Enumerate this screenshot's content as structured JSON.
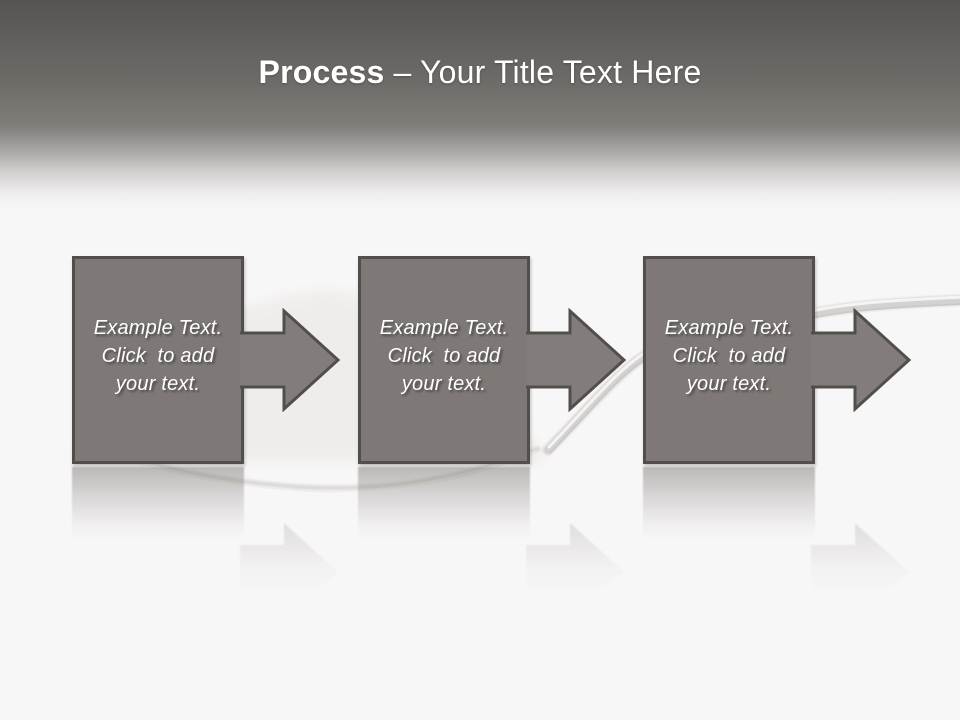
{
  "slide": {
    "title": {
      "emphasis": "Process",
      "rest": "– Your Title Text Here"
    },
    "steps": [
      {
        "label": "Example Text.\nClick  to add\nyour text."
      },
      {
        "label": "Example Text.\nClick  to add\nyour text."
      },
      {
        "label": "Example Text.\nClick  to add\nyour text."
      }
    ],
    "background_image_name": "spoon-with-sugar-photo"
  },
  "colors": {
    "header_top": "#575351",
    "body_bg": "#f8f7f7",
    "box_fill": "#7e7976",
    "box_border": "#524e4b",
    "arrow_fill": "#827d7a",
    "arrow_border": "#524e4b",
    "text_color": "#ffffff",
    "title_color": "#ffffff"
  }
}
